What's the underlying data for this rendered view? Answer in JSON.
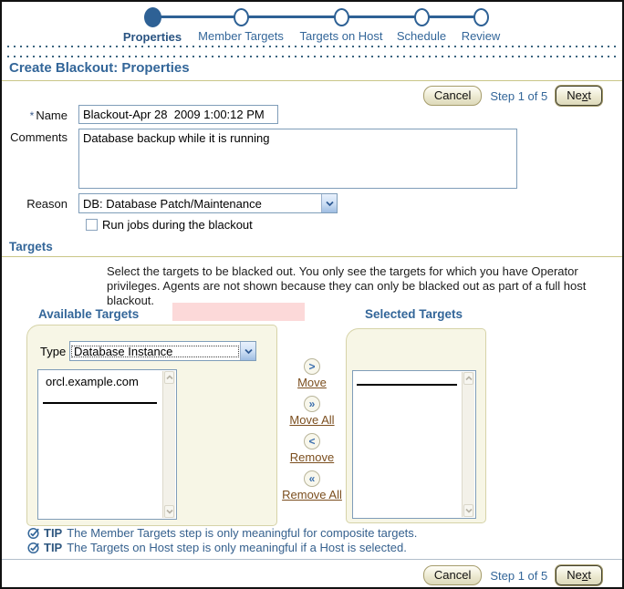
{
  "page": {
    "title": "Create Blackout: Properties"
  },
  "train": {
    "steps": [
      {
        "label": "Properties",
        "state": "current"
      },
      {
        "label": "Member Targets",
        "state": "future"
      },
      {
        "label": "Targets on Host",
        "state": "future"
      },
      {
        "label": "Schedule",
        "state": "future"
      },
      {
        "label": "Review",
        "state": "future"
      }
    ]
  },
  "actions": {
    "cancel_label": "Cancel",
    "step_text": "Step 1 of 5",
    "next_pre": "Ne",
    "next_key": "x",
    "next_post": "t"
  },
  "form": {
    "required_marker": "*",
    "name_label": "Name",
    "name_value": "Blackout-Apr 28  2009 1:00:12 PM",
    "comments_label": "Comments",
    "comments_value": "Database backup while it is running",
    "reason_label": "Reason",
    "reason_value": "DB: Database Patch/Maintenance",
    "run_jobs_label": "Run jobs during the blackout"
  },
  "targets": {
    "section_title": "Targets",
    "description": "Select the targets to be blacked out. You only see the targets for which you have Operator privileges. Agents are not shown because they can only be blacked out as part of a full host blackout.",
    "available": {
      "title": "Available Targets",
      "type_label": "Type",
      "type_value": "Database Instance",
      "items": [
        "orcl.example.com"
      ]
    },
    "selected": {
      "title": "Selected Targets",
      "items": []
    },
    "shuttle": [
      {
        "glyph": ">",
        "label": "Move"
      },
      {
        "glyph": "»",
        "label": "Move All"
      },
      {
        "glyph": "<",
        "label": "Remove"
      },
      {
        "glyph": "«",
        "label": "Remove All"
      }
    ]
  },
  "tips": [
    {
      "prefix": "TIP",
      "text": "The Member Targets step is only meaningful for composite targets."
    },
    {
      "prefix": "TIP",
      "text": "The Targets on Host step is only meaningful if a Host is selected."
    }
  ],
  "colors": {
    "accent_blue": "#336699",
    "link_brown": "#7b4e1e",
    "highlight_pink": "#fcd9d9",
    "panel_beige": "#f7f6e6"
  }
}
